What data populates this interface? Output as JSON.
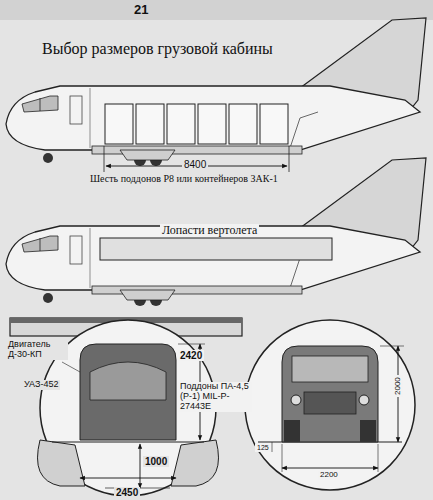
{
  "diagram": {
    "title": "Выбор размеров грузовой кабины",
    "labels": [
      "21",
      "8400",
      "Шесть поддонов P8 или контейнеров ЗАК-1",
      "Лопасти вертолета",
      "Двигатель Д-30-КП",
      "УАЗ-452",
      "2420",
      "Поддоны ПА-4,5 (Р-1) MIL-P-27443E",
      "1000",
      "2450",
      "2000",
      "125",
      "2200"
    ]
  }
}
